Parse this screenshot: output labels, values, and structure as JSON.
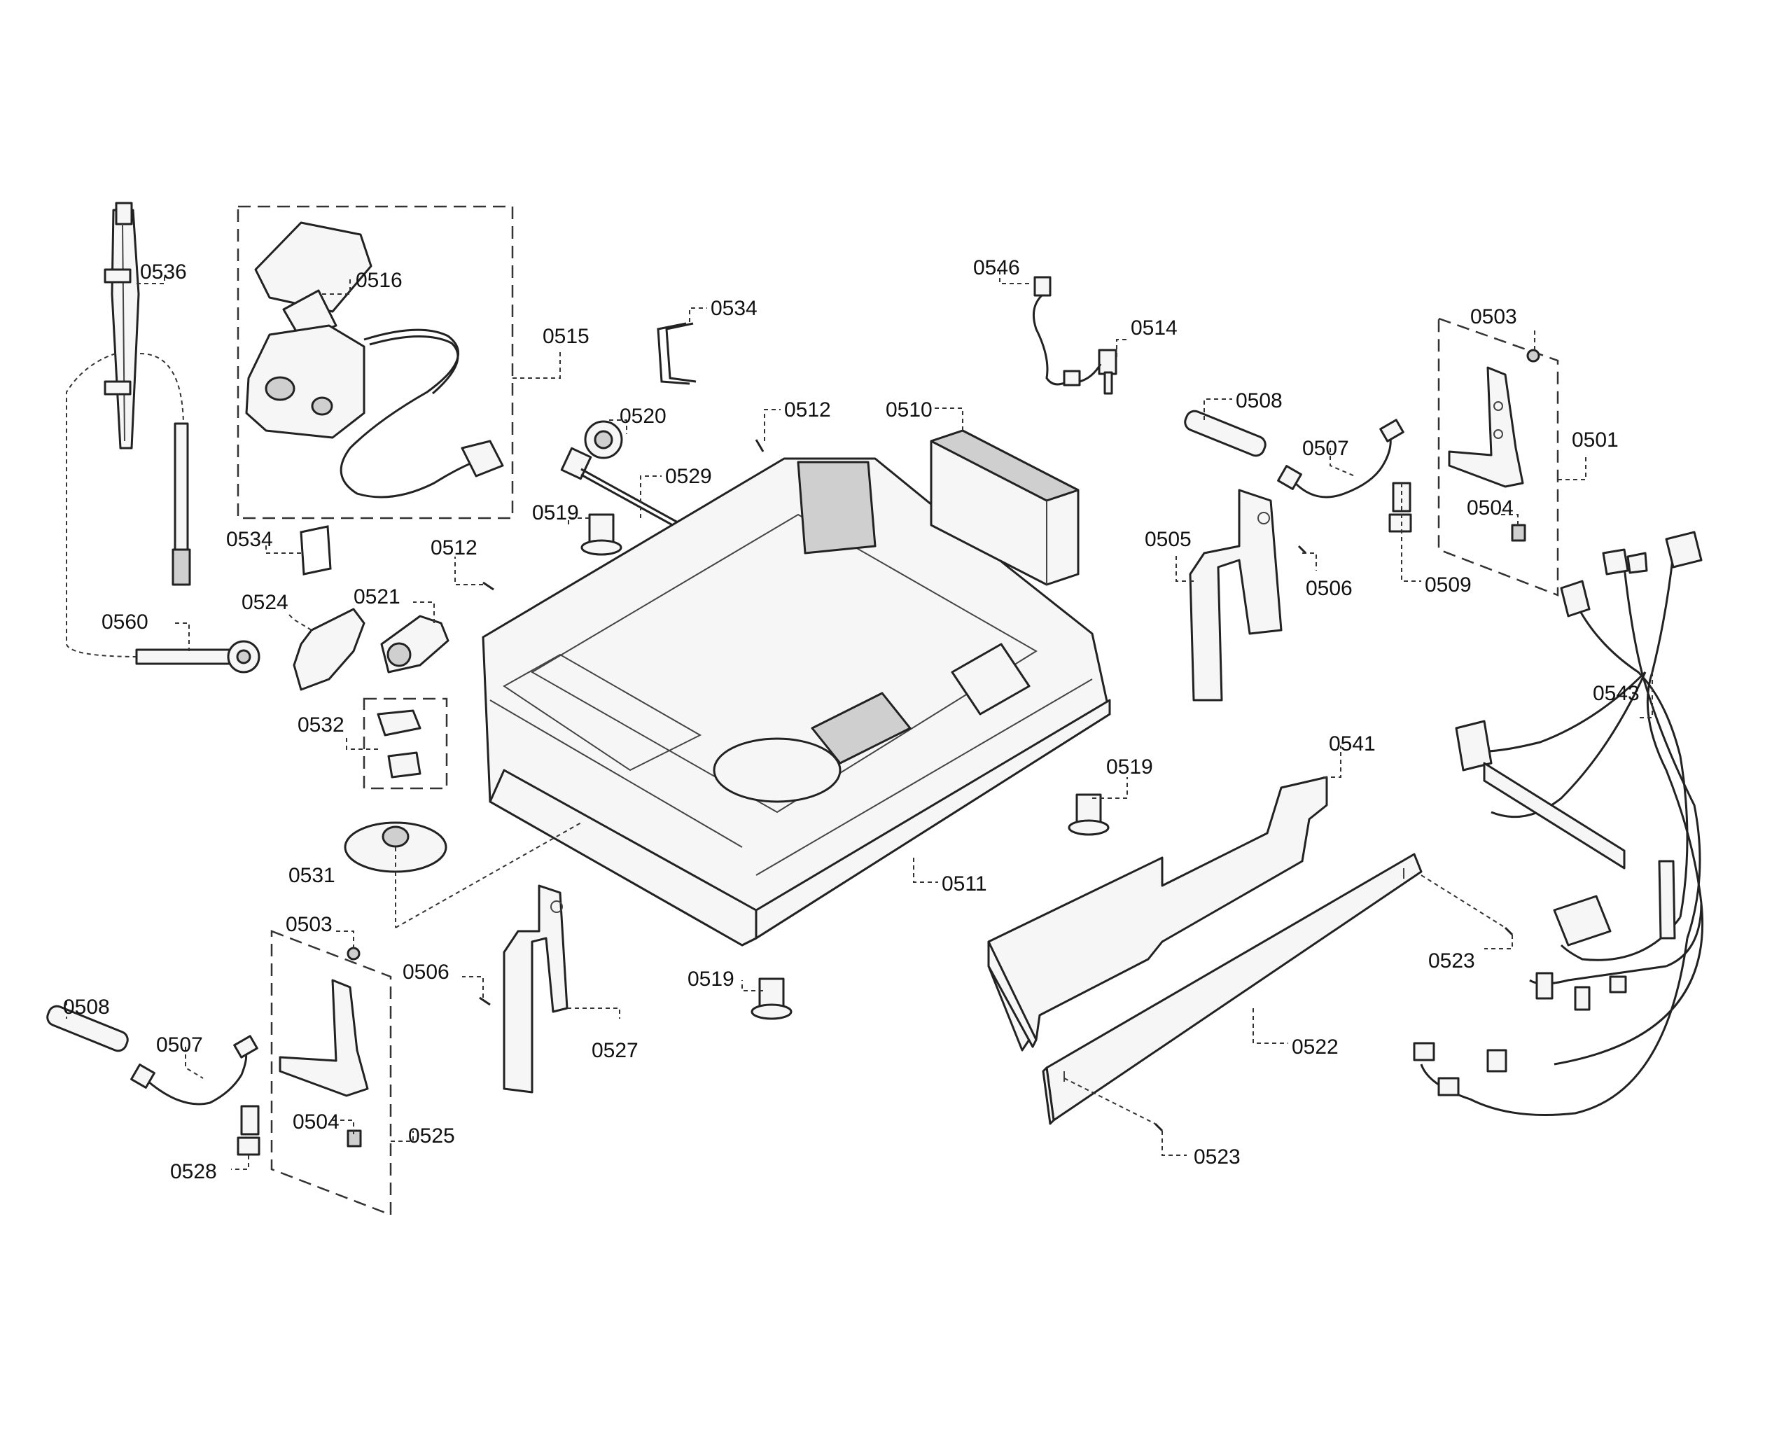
{
  "callouts": [
    {
      "id": "0536",
      "text": "0536"
    },
    {
      "id": "0516",
      "text": "0516"
    },
    {
      "id": "0515",
      "text": "0515"
    },
    {
      "id": "0534a",
      "text": "0534"
    },
    {
      "id": "0546",
      "text": "0546"
    },
    {
      "id": "0514",
      "text": "0514"
    },
    {
      "id": "0503a",
      "text": "0503"
    },
    {
      "id": "0520",
      "text": "0520"
    },
    {
      "id": "0512a",
      "text": "0512"
    },
    {
      "id": "0510",
      "text": "0510"
    },
    {
      "id": "0508a",
      "text": "0508"
    },
    {
      "id": "0501",
      "text": "0501"
    },
    {
      "id": "0529",
      "text": "0529"
    },
    {
      "id": "0507a",
      "text": "0507"
    },
    {
      "id": "0519a",
      "text": "0519"
    },
    {
      "id": "0504a",
      "text": "0504"
    },
    {
      "id": "0534b",
      "text": "0534"
    },
    {
      "id": "0512b",
      "text": "0512"
    },
    {
      "id": "0505",
      "text": "0505"
    },
    {
      "id": "0506a",
      "text": "0506"
    },
    {
      "id": "0509",
      "text": "0509"
    },
    {
      "id": "0524",
      "text": "0524"
    },
    {
      "id": "0521",
      "text": "0521"
    },
    {
      "id": "0560",
      "text": "0560"
    },
    {
      "id": "0543",
      "text": "0543"
    },
    {
      "id": "0532",
      "text": "0532"
    },
    {
      "id": "0541",
      "text": "0541"
    },
    {
      "id": "0519b",
      "text": "0519"
    },
    {
      "id": "0531",
      "text": "0531"
    },
    {
      "id": "0511",
      "text": "0511"
    },
    {
      "id": "0503b",
      "text": "0503"
    },
    {
      "id": "0523a",
      "text": "0523"
    },
    {
      "id": "0506b",
      "text": "0506"
    },
    {
      "id": "0519c",
      "text": "0519"
    },
    {
      "id": "0508b",
      "text": "0508"
    },
    {
      "id": "0507b",
      "text": "0507"
    },
    {
      "id": "0527",
      "text": "0527"
    },
    {
      "id": "0522",
      "text": "0522"
    },
    {
      "id": "0504b",
      "text": "0504"
    },
    {
      "id": "0525",
      "text": "0525"
    },
    {
      "id": "0528",
      "text": "0528"
    },
    {
      "id": "0523b",
      "text": "0523"
    }
  ]
}
